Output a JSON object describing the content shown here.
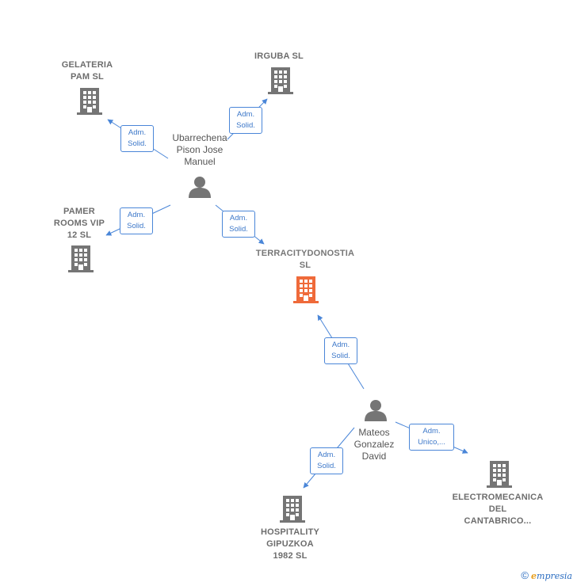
{
  "colors": {
    "company": "#757575",
    "focus_company": "#ef6a3a",
    "person": "#757575",
    "edge": "#4a86d8"
  },
  "nodes": {
    "gelateria": "GELATERIA\nPAM SL",
    "irguba": "IRGUBA SL",
    "ubarrechena": "Ubarrechena\nPison Jose\nManuel",
    "pamer": "PAMER\nROOMS VIP\n12  SL",
    "terracity": "TERRACITYDONOSTIA\nSL",
    "mateos": "Mateos\nGonzalez\nDavid",
    "hospitality": "HOSPITALITY\nGIPUZKOA\n1982  SL",
    "electromecanica": "ELECTROMECANICA\nDEL\nCANTABRICO..."
  },
  "edges": {
    "e1": "Adm.\nSolid.",
    "e2": "Adm.\nSolid.",
    "e3": "Adm.\nSolid.",
    "e4": "Adm.\nSolid.",
    "e5": "Adm.\nSolid.",
    "e6": "Adm.\nSolid.",
    "e7": "Adm.\nUnico,..."
  },
  "footer": {
    "copyright_symbol": "©",
    "brand_initial": "e",
    "brand_rest": "mpresia"
  }
}
